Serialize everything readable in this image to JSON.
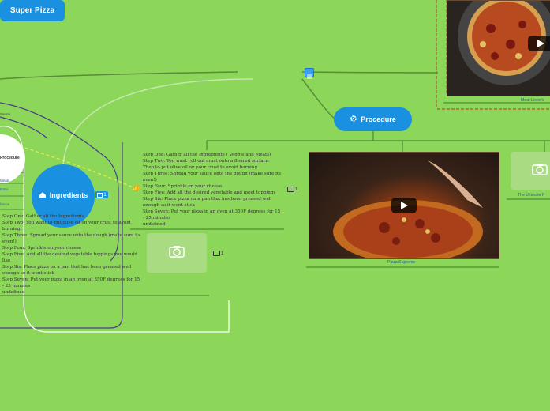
{
  "central": {
    "title": "Super Pizza"
  },
  "procedure": {
    "label": "Procedure"
  },
  "ingredients": {
    "label": "Ingredients",
    "comment_count": "1"
  },
  "left_circle": {
    "label": "Procedure"
  },
  "left_labels": [
    "Sauce",
    "bacon",
    "Extra",
    "Meats"
  ],
  "steps_right": [
    "Step One: Gather all the Ingredients ( Veggie and Meats)",
    "Step Two: You want roll out crust onto a floured surface.",
    "Then to put olive oil on your crust to avoid burning.",
    "Step Three: Spread your sauce onto the dough (make sure its",
    "even!)",
    "Step Four: Sprinkle on your cheese",
    "Step Five: Add all the desired vegetable and meet toppings",
    "Step Six: Place pizza on a pan that has been greased well",
    "enough so it wont stick",
    "Step Seven: Put your pizza in an oven at 350F degrees for  15",
    "- 25 minutes",
    "undefined"
  ],
  "steps_left": [
    "Step One: Gather all the Ingredients",
    "Step Two: You want to put olive oil on your crust to avoid",
    "burning.",
    "Step Three: Spread your sauce onto the dough (make sure its",
    "even!)",
    "Step Four: Sprinkle on your cheese",
    "Step Five: Add all the desired vegetable toppings you would",
    "like",
    "Step Six: Place pizza on a pan that has been greased well",
    "enough so it wont stick",
    "Step Seven: Put your pizza in an oven at 350F degrees for  15",
    "- 25 minutes",
    "undefined"
  ],
  "comments": {
    "steps_right": "1",
    "photo": "1"
  },
  "videos": {
    "main_caption": "Pizza Supreme",
    "top_caption": "Meat Lover's"
  },
  "right_topic": {
    "caption": "The Ultimate P"
  },
  "colors": {
    "background": "#8cd65a",
    "node_blue": "#1a90e0",
    "line": "#3d7a2a",
    "relationship": "#e8f04a",
    "boundary": "#c03030"
  }
}
